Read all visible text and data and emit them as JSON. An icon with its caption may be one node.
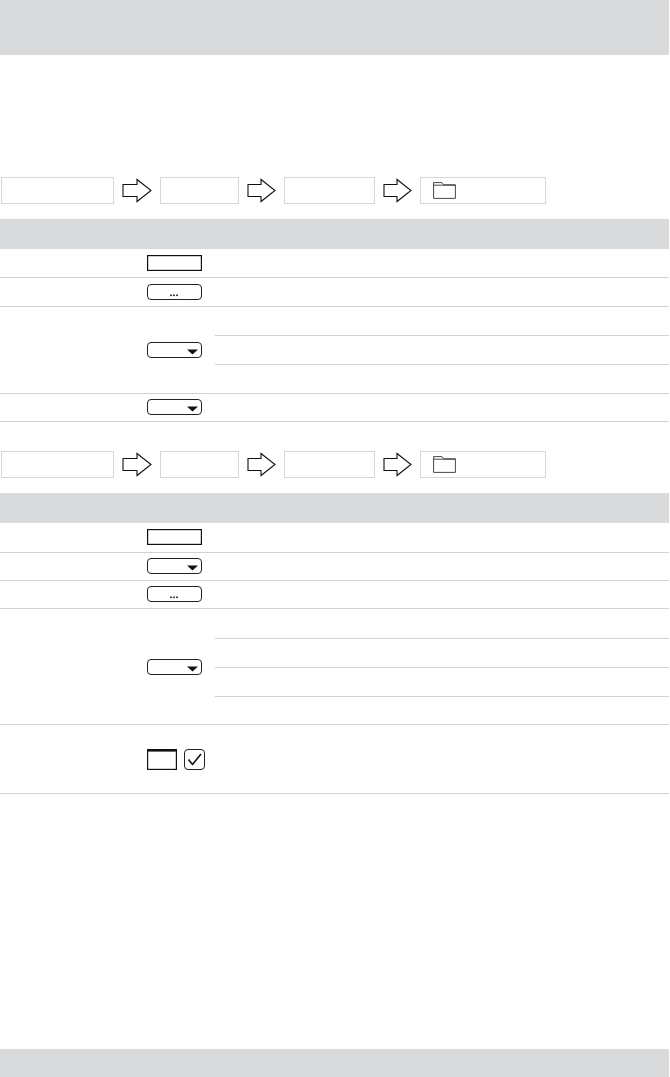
{
  "diagram": {
    "nodes": [
      {
        "text": [],
        "shape": "box"
      },
      {
        "text": [],
        "shape": "box"
      },
      {
        "text": [],
        "shape": "box"
      },
      {
        "text": [],
        "shape": "box"
      },
      {
        "text": [],
        "shape": "box"
      },
      {
        "text": [],
        "shape": "box"
      },
      {
        "text": [],
        "shape": "box"
      },
      {
        "text": [],
        "shape": "box"
      }
    ],
    "edges": [
      {
        "from": 0,
        "to": 1,
        "arrow": "to"
      },
      {
        "from": 1,
        "to": 2,
        "arrow": "to"
      },
      {
        "from": 2,
        "to": 3,
        "arrow": "to"
      },
      {
        "from": 4,
        "to": 5,
        "arrow": "to"
      },
      {
        "from": 5,
        "to": 6,
        "arrow": "to"
      },
      {
        "from": 6,
        "to": 7,
        "arrow": "to"
      }
    ]
  }
}
